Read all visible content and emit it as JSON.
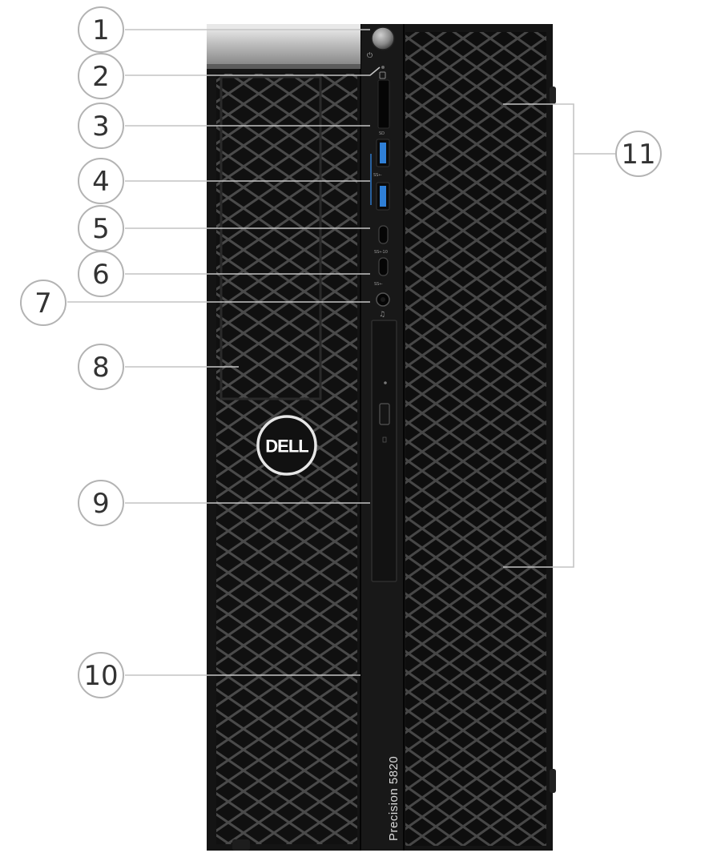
{
  "brand": {
    "logo_text": "DELL",
    "model_text": "Precision 5820"
  },
  "callouts": [
    {
      "number": "1",
      "target": "power-button"
    },
    {
      "number": "2",
      "target": "hard-drive-activity-light"
    },
    {
      "number": "3",
      "target": "sd-card-reader"
    },
    {
      "number": "4",
      "target": "usb-3-ports"
    },
    {
      "number": "5",
      "target": "usb-type-c-port-upper"
    },
    {
      "number": "6",
      "target": "usb-type-c-port-lower"
    },
    {
      "number": "7",
      "target": "headset-jack"
    },
    {
      "number": "8",
      "target": "front-bezel-vent"
    },
    {
      "number": "9",
      "target": "optical-drive"
    },
    {
      "number": "10",
      "target": "front-panel"
    },
    {
      "number": "11",
      "target": "side-vent-bracket"
    }
  ],
  "port_labels": {
    "sd": "SD",
    "usb_a": "SS←",
    "usb_c_1": "SS←10",
    "usb_c_2": "SS←"
  },
  "colors": {
    "chassis": "#141414",
    "mesh_line": "#3a3a3a",
    "usb_blue": "#2f7fd6",
    "callout_stroke": "#b3b3b3",
    "handle_silver": "#c9c9c9"
  }
}
